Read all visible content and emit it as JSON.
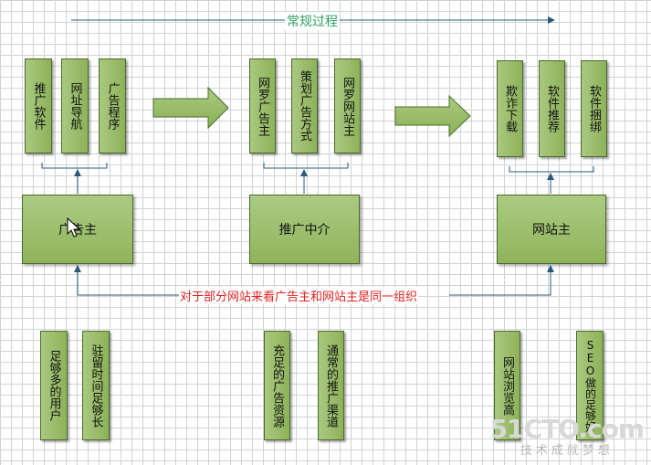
{
  "header": {
    "process_label": "常规过程"
  },
  "columns": {
    "left": {
      "top_boxes": [
        "推广软件",
        "网址导航",
        "广告程序"
      ],
      "main_box": "广告主",
      "bottom_boxes": [
        "足够多的用户",
        "驻留时间足够长"
      ]
    },
    "middle": {
      "top_boxes": [
        "网罗广告主",
        "策划广告方式",
        "网罗网站主"
      ],
      "main_box": "推广中介",
      "bottom_boxes": [
        "充足的广告资源",
        "通常的推广渠道"
      ]
    },
    "right": {
      "top_boxes": [
        "欺诈下载",
        "软件推荐",
        "软件捆绑"
      ],
      "main_box": "网站主",
      "bottom_boxes": [
        "网站浏览高",
        "SEO做的足够好"
      ]
    }
  },
  "connector": {
    "note": "对于部分网站来看广告主和网站主是同一组织"
  },
  "colors": {
    "box_fill": "#9bbd6c",
    "box_border": "#4a6a2c",
    "arrow_line": "#2a5878",
    "process_label": "#2e9e5e",
    "note_text": "#e02020"
  },
  "watermark": {
    "brand": "51CTO.com",
    "tagline": "技术成就梦想"
  }
}
